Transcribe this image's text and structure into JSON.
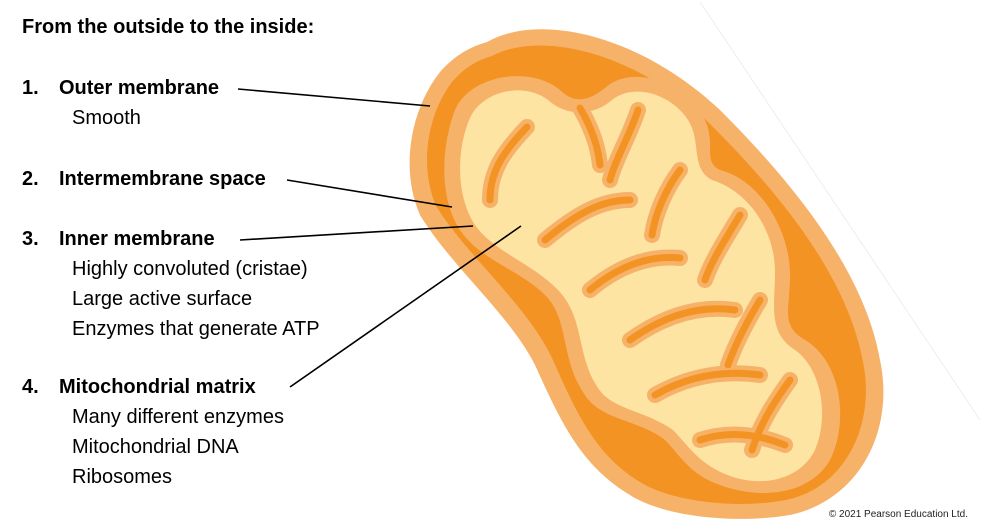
{
  "heading": "From the outside to the inside:",
  "items": [
    {
      "number": "1.",
      "title": "Outer membrane",
      "details": [
        "Smooth"
      ]
    },
    {
      "number": "2.",
      "title": "Intermembrane space",
      "details": []
    },
    {
      "number": "3.",
      "title": "Inner membrane",
      "details": [
        "Highly convoluted (cristae)",
        "Large active surface",
        "Enzymes that generate ATP"
      ]
    },
    {
      "number": "4.",
      "title": "Mitochondrial matrix",
      "details": [
        "Many different enzymes",
        "Mitochondrial DNA",
        "Ribosomes"
      ]
    }
  ],
  "copyright": "© 2021  Pearson Education Ltd.",
  "colors": {
    "outer_membrane": "#f7b26a",
    "intermembrane_space": "#f39323",
    "inner_membrane": "#f7b26a",
    "matrix": "#fde4a3",
    "leader_line": "#000000"
  }
}
